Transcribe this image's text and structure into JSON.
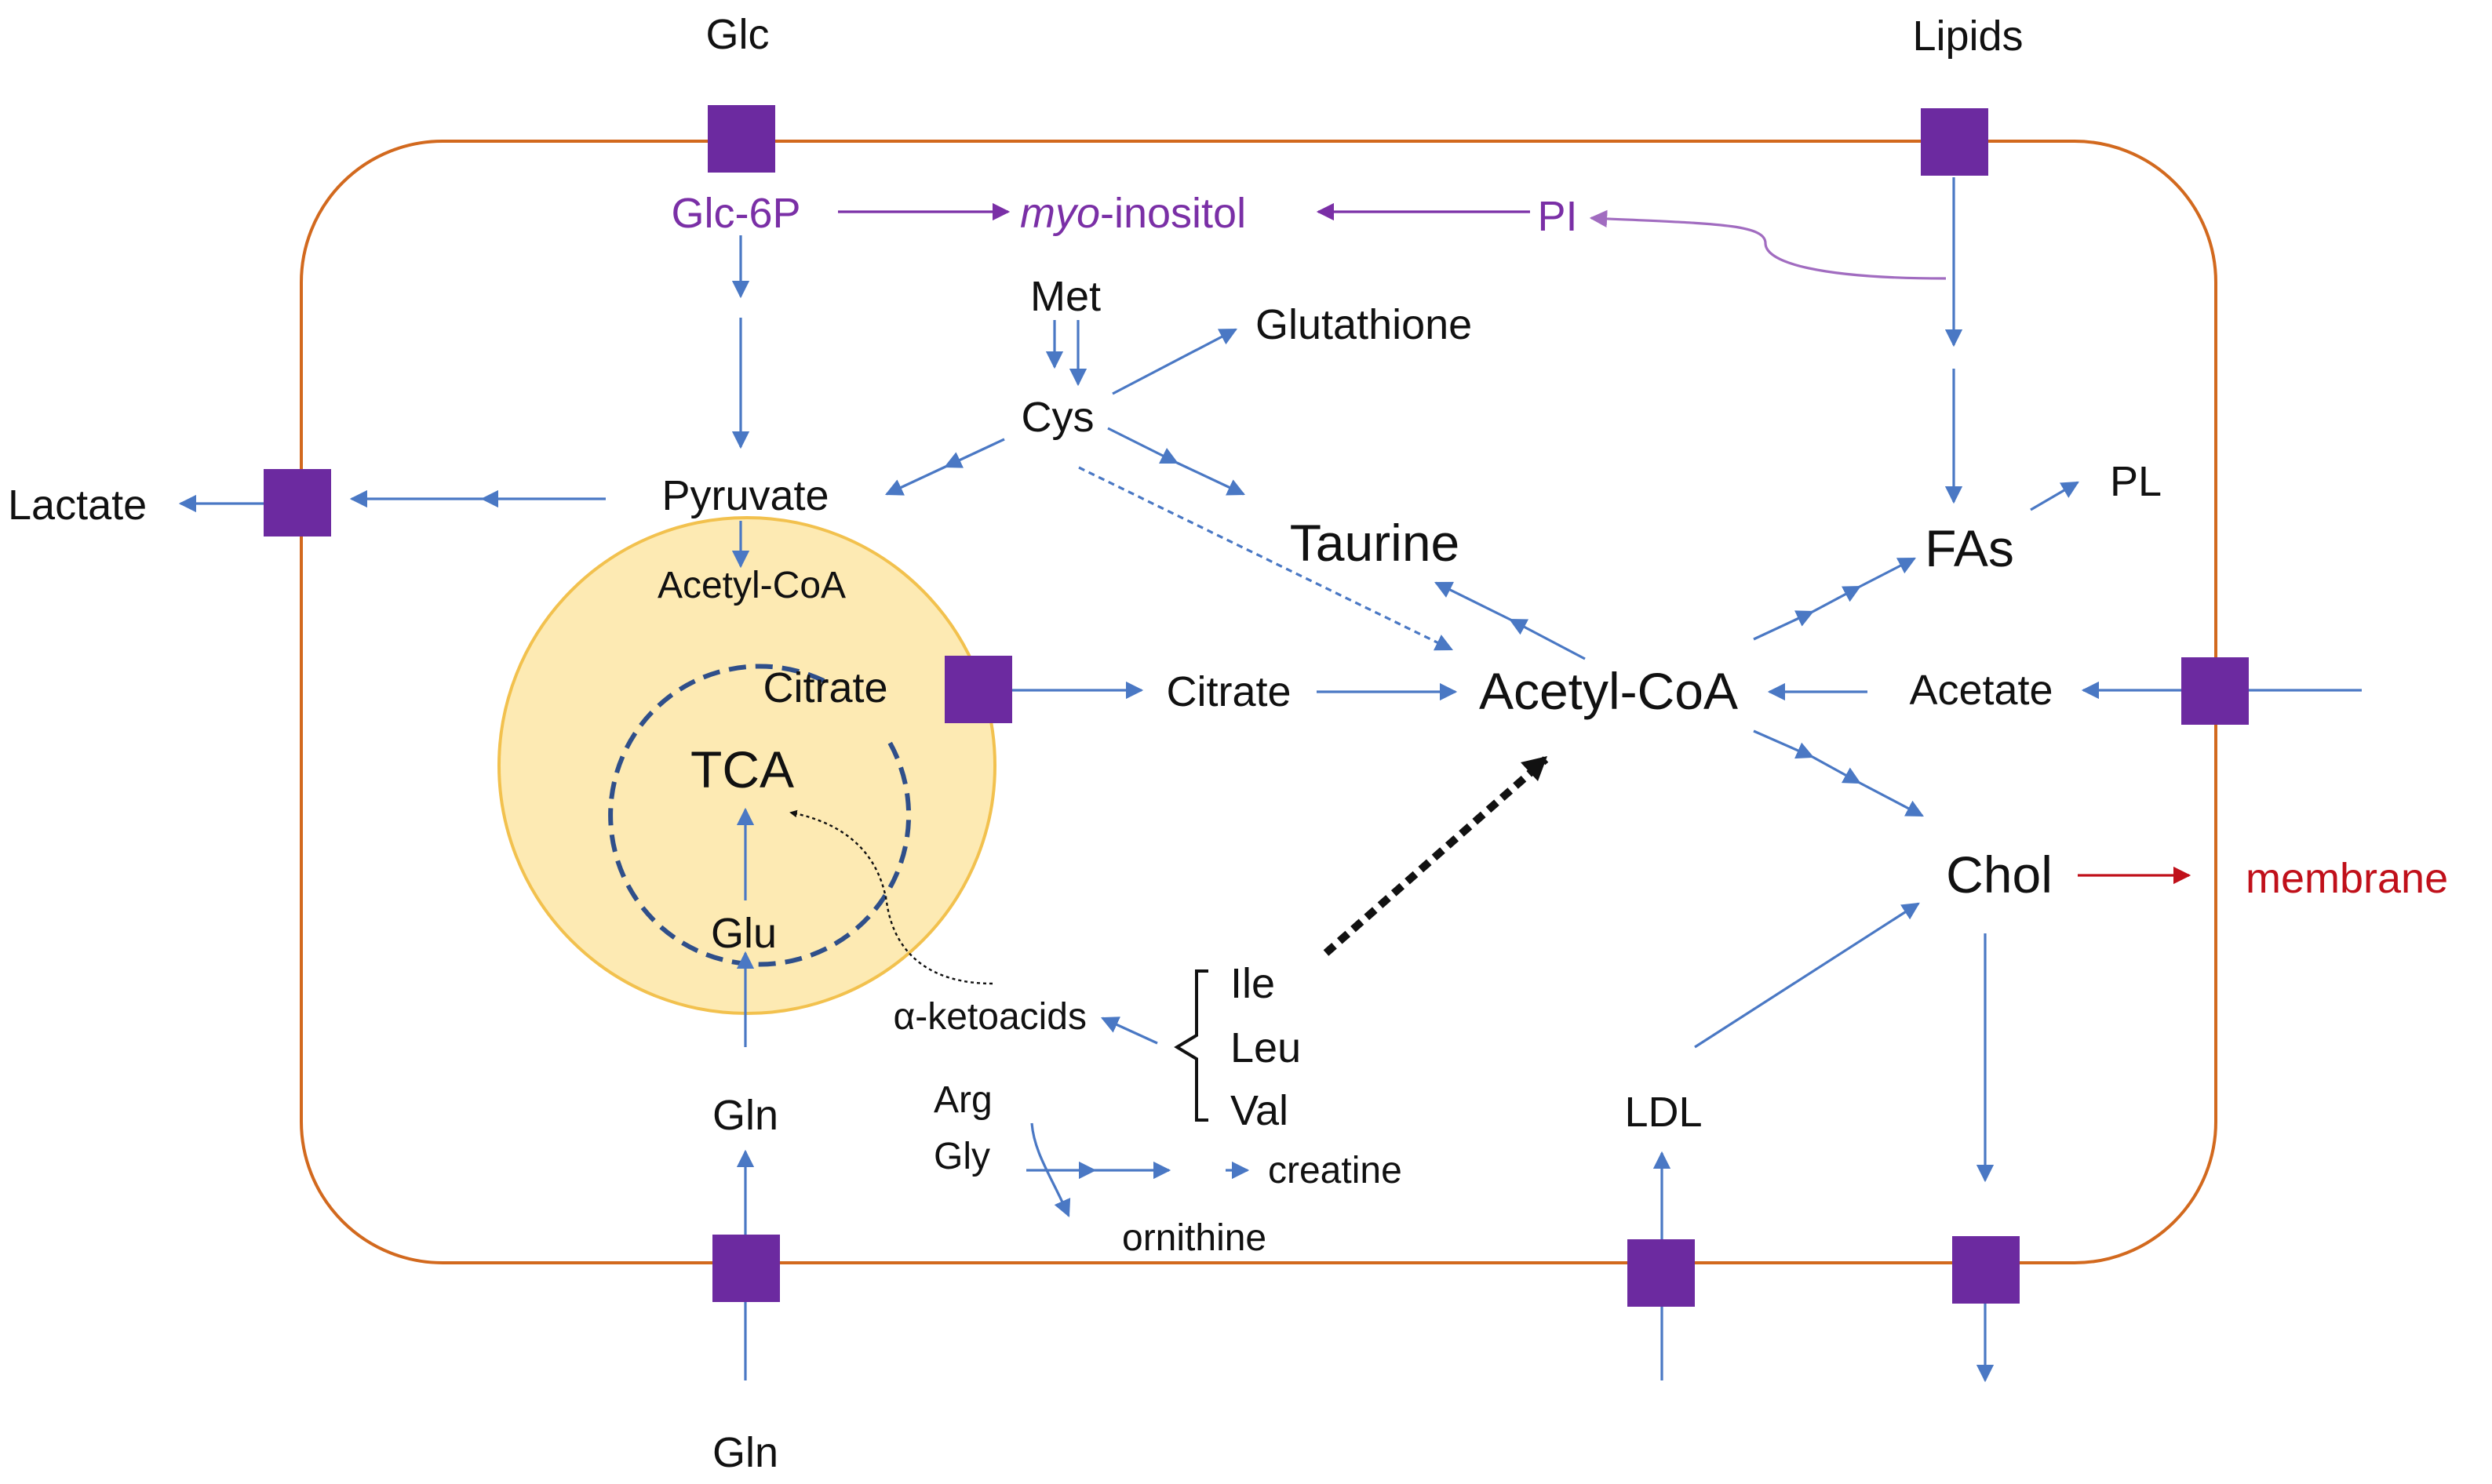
{
  "labels": {
    "glc": "Glc",
    "lipids": "Lipids",
    "glc6p": "Glc-6P",
    "myo_italic": "myo",
    "inositol": "-inositol",
    "pi": "PI",
    "met": "Met",
    "glutathione": "Glutathione",
    "cys": "Cys",
    "lactate": "Lactate",
    "pyruvate": "Pyruvate",
    "taurine": "Taurine",
    "fas": "FAs",
    "pl": "PL",
    "acetyl_coa_mito": "Acetyl-CoA",
    "citrate_mito": "Citrate",
    "citrate_cyto": "Citrate",
    "acetyl_coa": "Acetyl-CoA",
    "acetate": "Acetate",
    "tca": "TCA",
    "glu": "Glu",
    "chol": "Chol",
    "membrane": "membrane",
    "ile": "Ile",
    "leu": "Leu",
    "val": "Val",
    "ketoacids": "α-ketoacids",
    "arg": "Arg",
    "gly": "Gly",
    "creatine": "creatine",
    "ornithine": "ornithine",
    "gln_inside": "Gln",
    "gln_outside": "Gln",
    "ldl": "LDL"
  },
  "colors": {
    "cell_membrane": "#d2691e",
    "mitochondrion_fill": "#fdeab3",
    "mitochondrion_edge": "#f2c14e",
    "transporter": "#6c2aa0",
    "flow_arrow": "#4a78c4",
    "inositol_text": "#7a2fa6",
    "membrane_text": "#c0101a",
    "tca_cycle": "#2f4f8a"
  }
}
